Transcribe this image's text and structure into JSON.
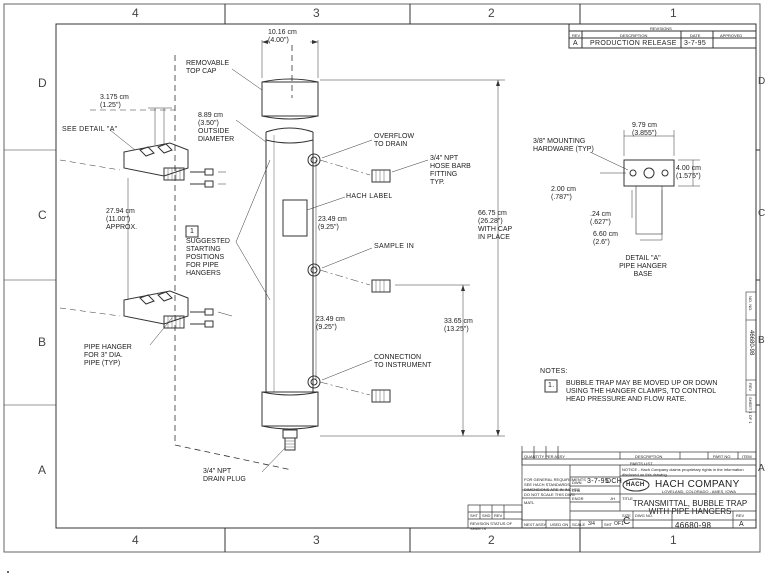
{
  "zones": {
    "top": [
      "4",
      "3",
      "2",
      "1"
    ],
    "bottom": [
      "4",
      "3",
      "2",
      "1"
    ],
    "left": [
      "D",
      "C",
      "B",
      "A"
    ],
    "right": [
      "D",
      "C",
      "B",
      "A"
    ]
  },
  "revisions": {
    "title": "REVISIONS",
    "headers": [
      "REV",
      "DESCRIPTION",
      "DATE",
      "APPROVED"
    ],
    "row": [
      "A",
      "PRODUCTION RELEASE",
      "3-7-95",
      ""
    ]
  },
  "callouts": {
    "top_width": [
      "10.16 cm",
      "(4.00\")"
    ],
    "removable_cap": [
      "REMOVABLE",
      "TOP CAP"
    ],
    "hanger_width": [
      "3.175 cm",
      "(1.25\")"
    ],
    "see_detail": "SEE DETAIL \"A\"",
    "outside_dia": [
      "8.89 cm",
      "(3.50\")",
      "OUTSIDE",
      "DIAMETER"
    ],
    "overflow": [
      "OVERFLOW",
      "TO DRAIN"
    ],
    "hose_barb": [
      "3/4\" NPT",
      "HOSE BARB",
      "FITTING",
      "TYP."
    ],
    "hach_label": "HACH LABEL",
    "hanger_spacing": [
      "27.94 cm",
      "(11.00\")",
      "APPROX."
    ],
    "upper_spacing": [
      "23.49 cm",
      "(9.25\")"
    ],
    "overall_height": [
      "66.75 cm",
      "(26.28\")",
      "WITH CAP",
      "IN PLACE"
    ],
    "note_flag": "1",
    "suggested": [
      "SUGGESTED",
      "STARTING",
      "POSITIONS",
      "FOR PIPE",
      "HANGERS"
    ],
    "sample_in": "SAMPLE IN",
    "lower_spacing": [
      "23.49 cm",
      "(9.25\")"
    ],
    "lower_height": [
      "33.65 cm",
      "(13.25\")"
    ],
    "pipe_hanger": [
      "PIPE HANGER",
      "FOR 3\" DIA.",
      "PIPE (TYP)"
    ],
    "connection": [
      "CONNECTION",
      "TO INSTRUMENT"
    ],
    "drain_plug": [
      "3/4\" NPT",
      "DRAIN PLUG"
    ]
  },
  "detail_a": {
    "mount_hw": [
      "3/8\" MOUNTING",
      "HARDWARE (TYP)"
    ],
    "width": [
      "9.79 cm",
      "(3.855\")"
    ],
    "height": [
      "4.00 cm",
      "(1.575\")"
    ],
    "offset": [
      "2.00 cm",
      "(.787\")"
    ],
    "inner": [
      ".24 cm",
      "(.627\")"
    ],
    "depth": [
      "6.60 cm",
      "(2.6\")"
    ],
    "title": [
      "DETAIL \"A\"",
      "PIPE HANGER",
      "BASE"
    ]
  },
  "notes": {
    "title": "NOTES:",
    "flag": "1.",
    "lines": [
      "BUBBLE TRAP MAY BE MOVED UP OR DOWN",
      "USING THE HANGER CLAMPS, TO CONTROL",
      "HEAD PRESSURE AND FLOW RATE."
    ]
  },
  "side_strip": {
    "top": "NO. NO.",
    "number": "46680-98",
    "rev": "REV",
    "bottom": "SHEET 1 OF 1"
  },
  "title_block": {
    "parts_list_header": "PARTS LIST",
    "parts_cols": [
      "QUANTITY PER ASSY",
      "DESCRIPTION",
      "PART NO.",
      "ITEM"
    ],
    "general_req": [
      "FOR GENERAL REQUIREMENTS",
      "SEE HACH STANDARDS",
      "DIMENSIONS ARE IN INCHES"
    ],
    "do_not_scale": "DO NOT SCALE THIS DWG",
    "matl": "MATL",
    "notice": "NOTICE - Hach Company claims proprietary rights in the information disclosed on this drawing.",
    "dwn_label": "DWN",
    "dwn_date": "3-7-95",
    "dwn_by": "DCH",
    "chk": "CHK",
    "engr": "ENGR",
    "engr_by": "JH",
    "logo": "HACH",
    "company": "HACH COMPANY",
    "company_sub": "LOVELAND, COLORADO - AMES, IOWA",
    "title_label": "TITLE",
    "title": [
      "TRANSMITTAL, BUBBLE TRAP",
      "WITH PIPE HANGERS"
    ],
    "rev_status": [
      "SHT",
      "SHD",
      "REV"
    ],
    "revision_status": "REVISION STATUS OF SHEETS",
    "next_assy": "NEXT ASSY",
    "used_on": "USED ON",
    "size_label": "SIZE",
    "size": "C",
    "dwg_label": "DWG NO.",
    "dwg_no": "46680-98",
    "rev_label": "REV",
    "rev": "A",
    "scale": "SCALE",
    "scale_val": "3/4",
    "sht": "SHT",
    "sht_val": "OF1"
  }
}
